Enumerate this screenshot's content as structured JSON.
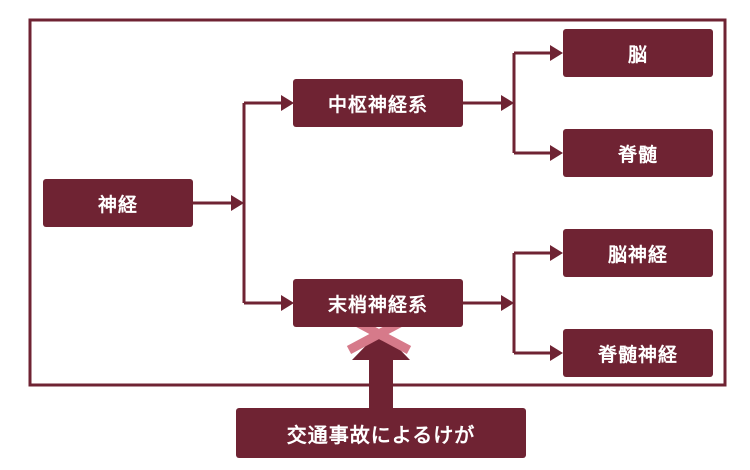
{
  "diagram": {
    "root": "神経",
    "central": "中枢神経系",
    "peripheral": "末梢神経系",
    "brain": "脳",
    "spinal_cord": "脊髄",
    "cranial_nerves": "脳神経",
    "spinal_nerves": "脊髄神経",
    "cause": "交通事故によるけが"
  },
  "colors": {
    "box": "#6f2333",
    "line": "#6f2333",
    "cross": "#d67a8a",
    "background": "#ffffff"
  }
}
